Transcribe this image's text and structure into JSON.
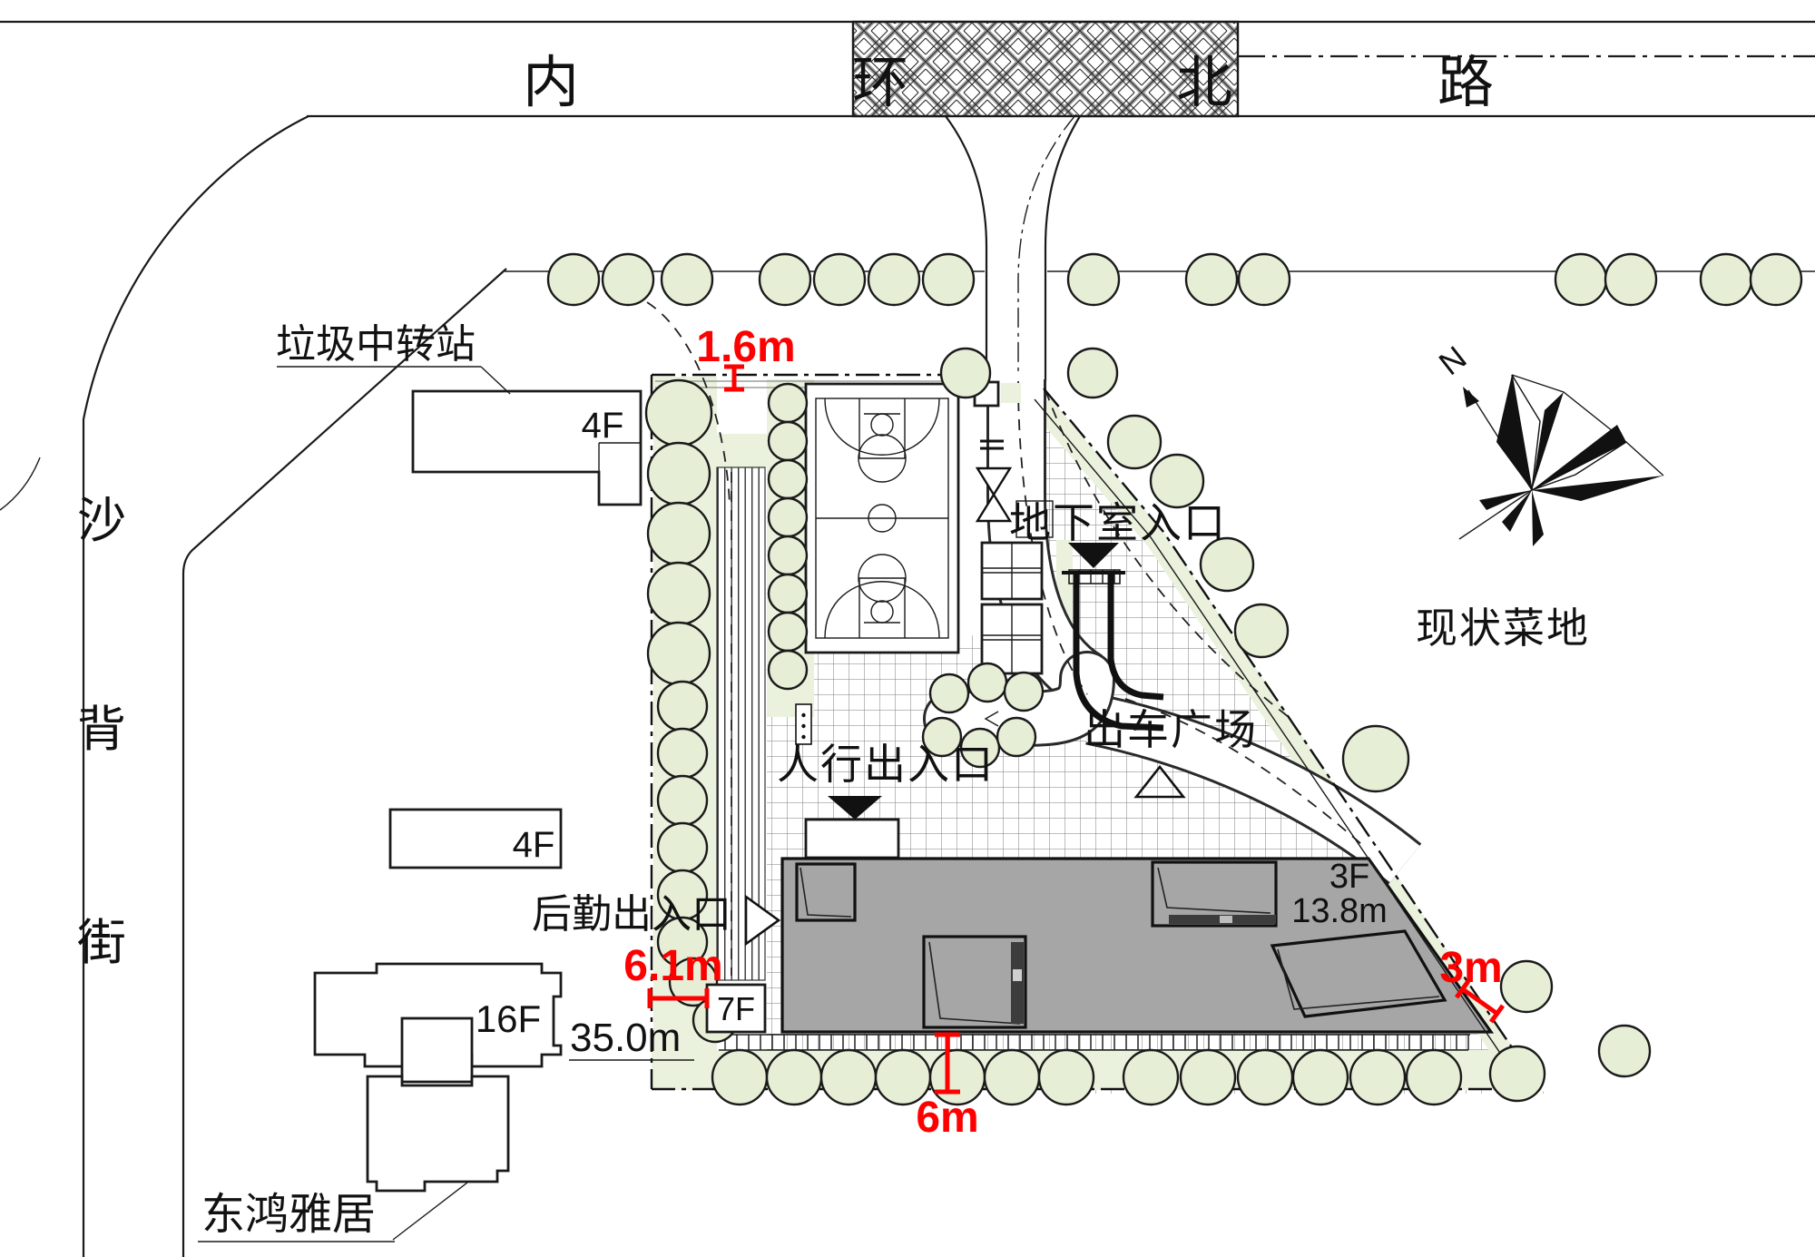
{
  "plan": {
    "north_road": {
      "chars": [
        "内",
        "环",
        "北",
        "路"
      ]
    },
    "west_street": {
      "chars": [
        "沙",
        "背",
        "街"
      ]
    },
    "labels": {
      "garbage_station": "垃圾中转站",
      "basement_entrance": "地下室入口",
      "pedestrian_entrance": "人行出入口",
      "vehicle_exit_plaza": "出车广场",
      "logistics_entrance": "后勤出入口",
      "existing_farmland": "现状菜地",
      "residence_name": "东鸿雅居",
      "compass_north": "N"
    },
    "buildings": {
      "garbage_station_floors": "4F",
      "west_building_floors": "4F",
      "gatehouse_floors": "7F",
      "residence_floors": "16F",
      "main_building_floors": "3F",
      "main_building_height": "13.8m"
    },
    "dimensions": {
      "north_setback": "1.6m",
      "west_gap": "6.1m",
      "west_distance": "35.0m",
      "south_setback": "6m",
      "east_setback": "3m"
    },
    "colors": {
      "dimension_red": "#fe0000",
      "tree_fill": "#e6eed6",
      "grass_green": "#eaf1dd",
      "building_gray": "#a6a6a6"
    }
  }
}
